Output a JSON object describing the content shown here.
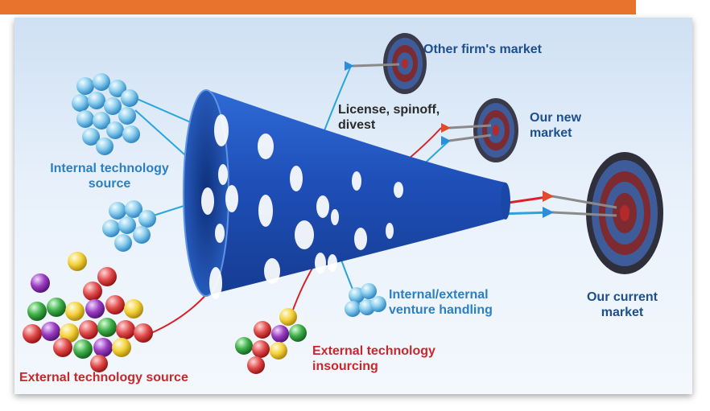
{
  "labels": {
    "other_firm": "Other firm's market",
    "license": "License, spinoff, divest",
    "our_new": "Our new market",
    "internal_source": "Internal technology source",
    "internal_external": "Internal/external venture handling",
    "our_current": "Our current market",
    "external_insourcing": "External technology insourcing",
    "external_source": "External technology source"
  },
  "colors": {
    "bar": "#e8732c",
    "funnel": "#1e4fb0",
    "internal_label": "#2b7fc3",
    "external_label": "#c8282c",
    "market_label": "#1d4f8f"
  }
}
